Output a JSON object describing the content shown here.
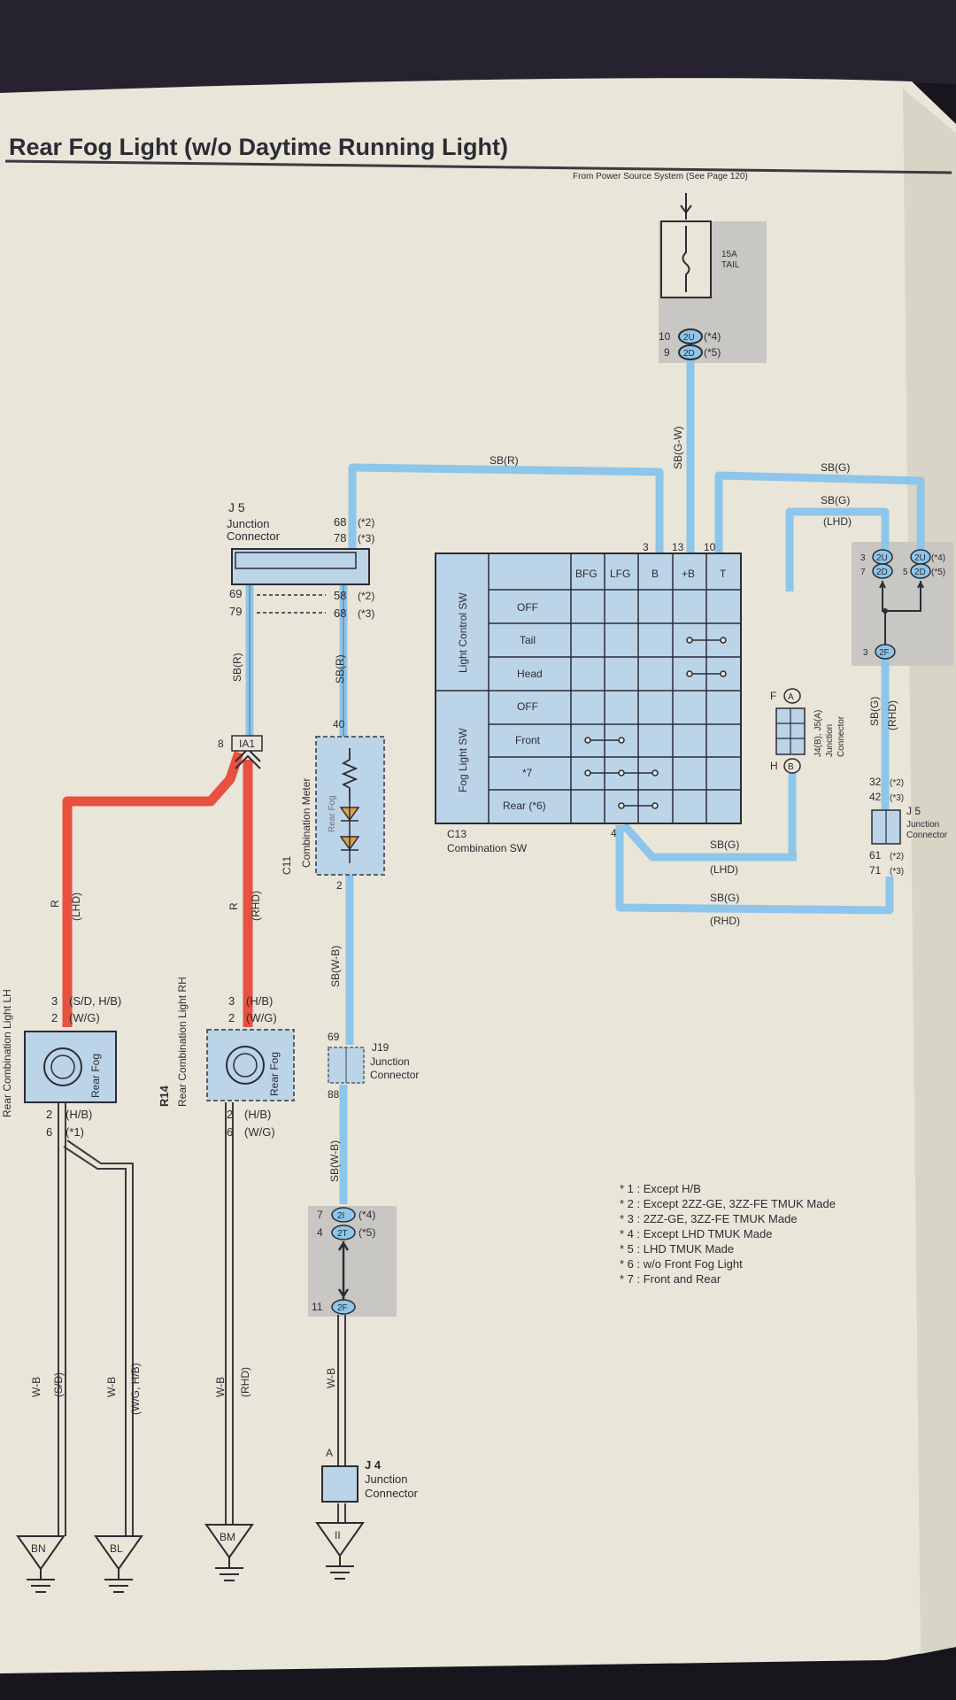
{
  "title": "Rear Fog Light (w/o Daytime Running Light)",
  "power_source_note": "From Power Source System (See Page 120)",
  "fuse": {
    "rating": "15A",
    "name": "TAIL"
  },
  "top_connectors": [
    {
      "pin": "10",
      "code": "2U",
      "note": "(*4)"
    },
    {
      "pin": "9",
      "code": "2D",
      "note": "(*5)"
    }
  ],
  "j5_top": {
    "id": "J 5",
    "name1": "Junction",
    "name2": "Connector",
    "pins_upper": [
      {
        "pin": "68",
        "note": "(*2)"
      },
      {
        "pin": "78",
        "note": "(*3)"
      }
    ],
    "left_pins": [
      "69",
      "79"
    ],
    "pins_lower": [
      {
        "pin": "58",
        "note": "(*2)"
      },
      {
        "pin": "68",
        "note": "(*3)"
      }
    ]
  },
  "wires": {
    "sbr_top": "SB(R)",
    "sbgw": "SB(G-W)",
    "sbg_1": "SB(G)",
    "sbg_2": "SB(G)",
    "lhd_1": "(LHD)",
    "sbr_left": "SB(R)",
    "sbr_mid": "SB(R)",
    "r_lhd": "R",
    "r_lhd_note": "(LHD)",
    "r_rhd": "R",
    "r_rhd_note": "(RHD)",
    "sbwb_1": "SB(W-B)",
    "sbwb_2": "SB(W-B)",
    "sbg_bot1": "SB(G)",
    "lhd_bot": "(LHD)",
    "sbg_bot2": "SB(G)",
    "rhd_bot": "(RHD)",
    "sbg_right": "SB(G)",
    "rhd_right": "(RHD)",
    "wb_final": "W-B"
  },
  "ia1": {
    "pin": "8",
    "code": "IA1"
  },
  "combo_meter": {
    "id": "C11",
    "name": "Combination Meter",
    "pin_top": "40",
    "pin_bottom": "2",
    "lamp": "Rear Fog"
  },
  "switch": {
    "id": "C13",
    "name": "Combination SW",
    "columns": [
      "BFG",
      "LFG",
      "B",
      "+B",
      "T"
    ],
    "pin_numbers": [
      "3",
      "13",
      "10"
    ],
    "bottom_pin": "4",
    "group1": "Light Control SW",
    "group2": "Fog Light SW",
    "rows": [
      "OFF",
      "Tail",
      "Head",
      "OFF",
      "Front",
      "*7",
      "Rear (*6)"
    ]
  },
  "j4b_j5a": {
    "label1": "J4(B), J5(A)",
    "label2": "Junction",
    "label3": "Connector",
    "pin_top": "F",
    "code_top": "A",
    "pin_bottom": "H",
    "code_bottom": "B"
  },
  "right_connector": {
    "upper": [
      {
        "pin": "3",
        "code": "2U",
        "note": "(*4)"
      },
      {
        "pin": "7",
        "code": "2D",
        "note": "(*5)"
      }
    ],
    "right": [
      {
        "pin": "",
        "code": "2U",
        "note": "(*4)"
      },
      {
        "pin": "5",
        "code": "2D",
        "note": "(*5)"
      }
    ],
    "bottom": {
      "pin": "3",
      "code": "2F"
    }
  },
  "j5_right": {
    "id": "J 5",
    "name1": "Junction",
    "name2": "Connector",
    "pins_upper": [
      {
        "pin": "32",
        "note": "(*2)"
      },
      {
        "pin": "42",
        "note": "(*3)"
      }
    ],
    "pins_lower": [
      {
        "pin": "61",
        "note": "(*2)"
      },
      {
        "pin": "71",
        "note": "(*3)"
      }
    ]
  },
  "rear_light_lh": {
    "name": "Rear Combination Light LH",
    "lamp": "Rear Fog",
    "pins_top": [
      {
        "pin": "3",
        "note": "(S/D, H/B)"
      },
      {
        "pin": "2",
        "note": "(W/G)"
      }
    ],
    "pins_bottom": [
      {
        "pin": "2",
        "note": "(H/B)"
      },
      {
        "pin": "6",
        "note": "(*1)"
      }
    ]
  },
  "rear_light_rh": {
    "id": "R14",
    "name": "Rear Combination Light RH",
    "lamp": "Rear Fog",
    "pins_top": [
      {
        "pin": "3",
        "note": "(H/B)"
      },
      {
        "pin": "2",
        "note": "(W/G)"
      }
    ],
    "pins_bottom": [
      {
        "pin": "2",
        "note": "(H/B)"
      },
      {
        "pin": "6",
        "note": "(W/G)"
      }
    ]
  },
  "j19": {
    "id": "J19",
    "name1": "Junction",
    "name2": "Connector",
    "pin_top": "69",
    "pin_bottom": "88"
  },
  "mid_connector": {
    "rows": [
      {
        "pin": "7",
        "code": "2I",
        "note": "(*4)"
      },
      {
        "pin": "4",
        "code": "2T",
        "note": "(*5)"
      }
    ],
    "bottom": {
      "pin": "11",
      "code": "2F"
    }
  },
  "j4": {
    "id": "J 4",
    "name1": "Junction",
    "name2": "Connector",
    "pin": "A"
  },
  "ground_wires": [
    {
      "wire": "W-B",
      "note": "(S/D)"
    },
    {
      "wire": "W-B",
      "note": "(W/G, H/B)"
    },
    {
      "wire": "W-B",
      "note": "(RHD)"
    }
  ],
  "grounds": [
    "BN",
    "BL",
    "BM",
    "II"
  ],
  "notes": [
    "* 1 : Except H/B",
    "* 2 : Except 2ZZ-GE, 3ZZ-FE TMUK Made",
    "* 3 : 2ZZ-GE, 3ZZ-FE TMUK Made",
    "* 4 : Except LHD TMUK Made",
    "* 5 : LHD TMUK Made",
    "* 6 : w/o Front Fog Light",
    "* 7 : Front and Rear"
  ],
  "colors": {
    "blue_wire": "#8ec5ea",
    "red_wire": "#e8503f",
    "box_fill": "#bcd4e8",
    "paper": "#e9e5d8",
    "gray_zone": "#c9c7c3"
  }
}
